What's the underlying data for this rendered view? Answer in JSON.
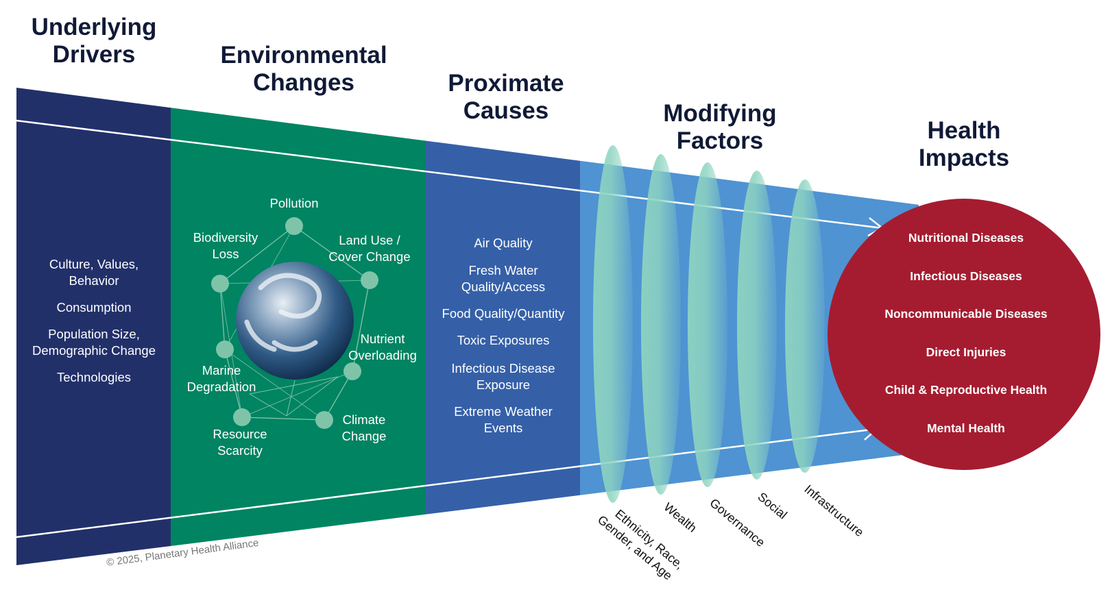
{
  "colors": {
    "drivers": "#22306a",
    "environmental": "#008462",
    "proximate": "#3560a8",
    "modifying": "#4f93d2",
    "health": "#a51c30",
    "node": "#7fc4a9",
    "lens": "#8dd3c1",
    "title": "#101a36"
  },
  "columns": {
    "drivers": {
      "title": [
        "Underlying",
        "Drivers"
      ],
      "items": [
        [
          "Culture, Values,",
          "Behavior"
        ],
        [
          "Consumption"
        ],
        [
          "Population Size,",
          "Demographic Change"
        ],
        [
          "Technologies"
        ]
      ]
    },
    "environmental": {
      "title": [
        "Environmental",
        "Changes"
      ],
      "nodes": [
        [
          "Pollution"
        ],
        [
          "Land Use /",
          "Cover Change"
        ],
        [
          "Nutrient",
          "Overloading"
        ],
        [
          "Climate",
          "Change"
        ],
        [
          "Resource",
          "Scarcity"
        ],
        [
          "Marine",
          "Degradation"
        ],
        [
          "Biodiversity",
          "Loss"
        ]
      ],
      "center_icon": "earth-globe-icon"
    },
    "proximate": {
      "title": [
        "Proximate",
        "Causes"
      ],
      "items": [
        [
          "Air Quality"
        ],
        [
          "Fresh Water",
          "Quality/Access"
        ],
        [
          "Food Quality/Quantity"
        ],
        [
          "Toxic Exposures"
        ],
        [
          "Infectious Disease",
          "Exposure"
        ],
        [
          "Extreme Weather",
          "Events"
        ]
      ]
    },
    "modifying": {
      "title": [
        "Modifying",
        "Factors"
      ],
      "items": [
        [
          "Ethnicity, Race,",
          "Gender, and Age"
        ],
        [
          "Wealth"
        ],
        [
          "Governance"
        ],
        [
          "Social"
        ],
        [
          "Infrastructure"
        ]
      ]
    },
    "health": {
      "title": [
        "Health",
        "Impacts"
      ],
      "items": [
        "Nutritional Diseases",
        "Infectious Diseases",
        "Noncommunicable Diseases",
        "Direct Injuries",
        "Child & Reproductive Health",
        "Mental Health"
      ]
    }
  },
  "copyright": "© 2025, Planetary Health Alliance"
}
